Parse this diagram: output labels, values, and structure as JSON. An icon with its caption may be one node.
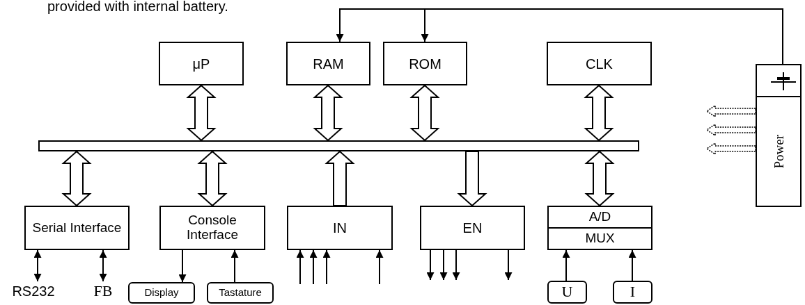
{
  "diagram": {
    "nodes": [
      {
        "text": [
          "μP"
        ]
      },
      {
        "text": [
          "RAM"
        ]
      },
      {
        "text": [
          "ROM"
        ]
      },
      {
        "text": [
          "CLK"
        ]
      },
      {
        "text": [],
        "shape": "bar"
      },
      {
        "text": [
          "Serial Interface"
        ]
      },
      {
        "text": [
          "Console Interface"
        ]
      },
      {
        "text": [
          "IN"
        ]
      },
      {
        "text": [
          "EN"
        ]
      },
      {
        "text": [
          "A/D",
          "MUX"
        ]
      },
      {
        "text": [
          "RS232"
        ]
      },
      {
        "text": [
          "FB"
        ]
      },
      {
        "text": [
          "Display"
        ]
      },
      {
        "text": [
          "Tastature"
        ]
      },
      {
        "text": [
          "U"
        ]
      },
      {
        "text": [
          "I"
        ]
      },
      {
        "text": [
          "Power"
        ]
      }
    ],
    "edges": [
      {
        "from": 0,
        "to": 4,
        "arrow": "both",
        "style": "thick"
      },
      {
        "from": 1,
        "to": 4,
        "arrow": "both",
        "style": "thick"
      },
      {
        "from": 2,
        "to": 4,
        "arrow": "both",
        "style": "thick"
      },
      {
        "from": 3,
        "to": 4,
        "arrow": "both",
        "style": "thick"
      },
      {
        "from": 5,
        "to": 4,
        "arrow": "both",
        "style": "thick"
      },
      {
        "from": 6,
        "to": 4,
        "arrow": "both",
        "style": "thick"
      },
      {
        "from": 7,
        "to": 4,
        "arrow": "to",
        "style": "thick"
      },
      {
        "from": 4,
        "to": 8,
        "arrow": "to",
        "style": "thick"
      },
      {
        "from": 9,
        "to": 4,
        "arrow": "both",
        "style": "thick"
      },
      {
        "from": 5,
        "to": 10,
        "arrow": "both"
      },
      {
        "from": 5,
        "to": 11,
        "arrow": "both"
      },
      {
        "from": 6,
        "to": 12,
        "arrow": "to"
      },
      {
        "from": 13,
        "to": 6,
        "arrow": "to"
      },
      {
        "from": null,
        "to": 7,
        "arrow": "to"
      },
      {
        "from": null,
        "to": 7,
        "arrow": "to"
      },
      {
        "from": null,
        "to": 7,
        "arrow": "to"
      },
      {
        "from": null,
        "to": 7,
        "arrow": "to"
      },
      {
        "from": 8,
        "to": null,
        "arrow": "to"
      },
      {
        "from": 8,
        "to": null,
        "arrow": "to"
      },
      {
        "from": 8,
        "to": null,
        "arrow": "to"
      },
      {
        "from": 8,
        "to": null,
        "arrow": "to"
      },
      {
        "from": 14,
        "to": 9,
        "arrow": "to"
      },
      {
        "from": 15,
        "to": 9,
        "arrow": "to"
      },
      {
        "from": 16,
        "to": 1,
        "arrow": "to"
      },
      {
        "from": 16,
        "to": 2,
        "arrow": "to"
      },
      {
        "from": 16,
        "to": null,
        "arrow": "to",
        "style": "dashed"
      },
      {
        "from": 16,
        "to": null,
        "arrow": "to",
        "style": "dashed"
      },
      {
        "from": 16,
        "to": null,
        "arrow": "to",
        "style": "dashed"
      }
    ],
    "labels": [
      "provided with internal battery."
    ]
  }
}
